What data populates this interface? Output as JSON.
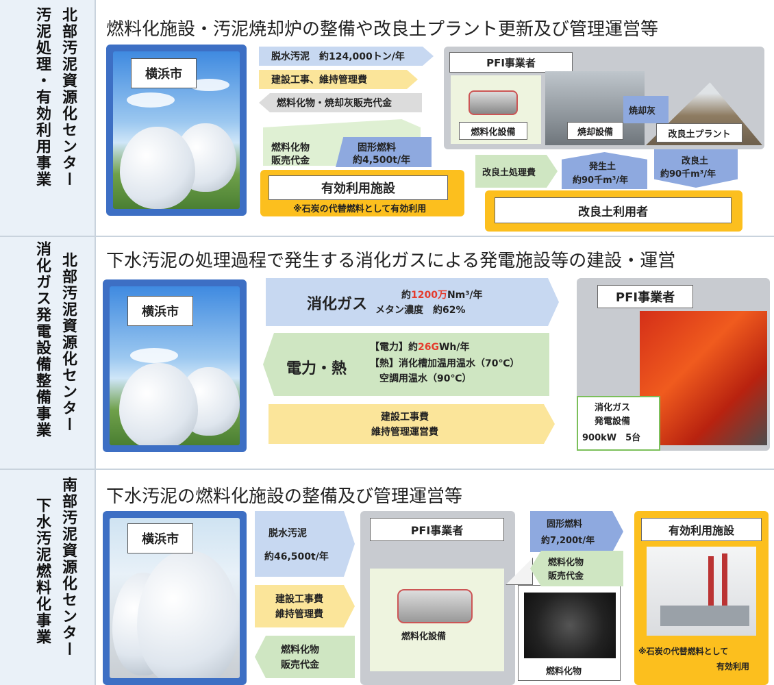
{
  "rows": [
    {
      "sidebar": {
        "col_right": "北部汚泥資源化センター",
        "col_left": "汚泥処理・有効利用事業"
      },
      "heading": "燃料化施設・汚泥焼却炉の整備や改良土プラント更新及び管理運営等",
      "city": "横浜市",
      "arrows": {
        "sludge": "脱水汚泥　約124,000トン/年",
        "construction": "建設工事、維持管理費",
        "sales": "燃料化物・焼却灰販売代金"
      },
      "fuel_sales": [
        "燃料化物",
        "販売代金"
      ],
      "solid_fuel": [
        "固形燃料",
        "約4,500t/年"
      ],
      "pfi_label": "PFI事業者",
      "facility_labels": {
        "fuel": "燃料化設備",
        "incinerator": "焼却設備",
        "ash": "焼却灰",
        "soil_plant": "改良土プラント"
      },
      "soil_fee": "改良土処理費",
      "generated_soil": [
        "発生土",
        "約90千m³/年"
      ],
      "improved_soil": [
        "改良土",
        "約90千m³/年"
      ],
      "utilization_title": "有効利用施設",
      "utilization_note": "※石炭の代替燃料として有効利用",
      "soil_user": "改良土利用者"
    },
    {
      "sidebar": {
        "col_right": "北部汚泥資源化センター",
        "col_left": "消化ガス発電設備整備事業"
      },
      "heading": "下水汚泥の処理過程で発生する消化ガスによる発電施設等の建設・運営",
      "city": "横浜市",
      "gas_title": "消化ガス",
      "gas_amount": [
        "約",
        "1200万",
        "Nm³/年"
      ],
      "gas_methane": "メタン濃度　約62%",
      "power_title": "電力・熱",
      "power_line1": [
        "【電力】約",
        "26G",
        "Wh/年"
      ],
      "power_line2": "【熱】消化槽加温用温水（70℃）",
      "power_line3": "空調用温水（90℃）",
      "cost_line1": "建設工事費",
      "cost_line2": "維持管理運営費",
      "pfi_label": "PFI事業者",
      "equip": [
        "消化ガス",
        "発電設備",
        "900kW　5台"
      ]
    },
    {
      "sidebar": {
        "col_right": "南部汚泥資源化センター",
        "col_left": "下水汚泥燃料化事業"
      },
      "heading": "下水汚泥の燃料化施設の整備及び管理運営等",
      "city": "横浜市",
      "sludge": [
        "脱水汚泥",
        "約46,500t/年"
      ],
      "construction": [
        "建設工事費",
        "維持管理費"
      ],
      "fuel_sales": [
        "燃料化物",
        "販売代金"
      ],
      "pfi_label": "PFI事業者",
      "fuel_equipment": "燃料化設備",
      "solid_fuel": [
        "固形燃料",
        "約7,200t/年"
      ],
      "fuel_sales2": [
        "燃料化物",
        "販売代金"
      ],
      "fuel_product": "燃料化物",
      "utilization_title": "有効利用施設",
      "utilization_note": [
        "※石炭の代替燃料として",
        "有効利用"
      ]
    }
  ],
  "colors": {
    "sidebar_bg": "#eaf1f8",
    "accent_blue": "#3d6fc4",
    "accent_orange": "#fcbf1e",
    "highlight_red": "#e53b2c"
  }
}
